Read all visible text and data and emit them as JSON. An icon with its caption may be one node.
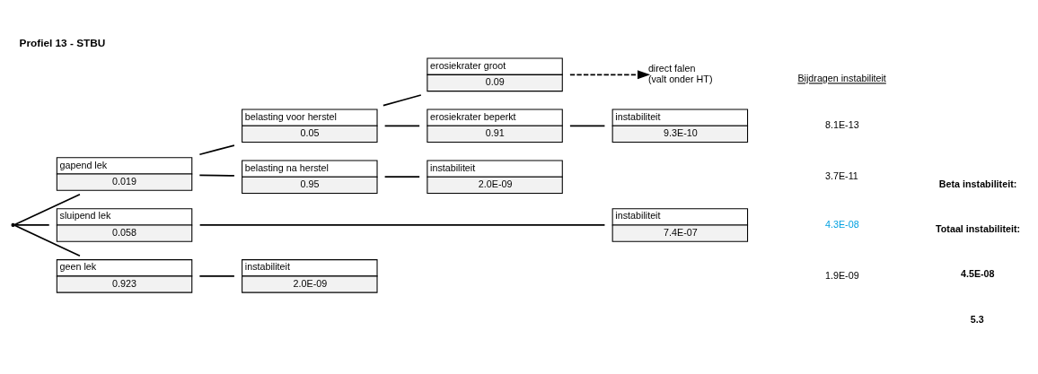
{
  "diagram": {
    "title": "Profiel 13 - STBU",
    "nodes": [
      {
        "text": [],
        "shape": "point"
      },
      {
        "text": [
          "gapend lek",
          "0.019"
        ]
      },
      {
        "text": [
          "sluipend lek",
          "0.058"
        ]
      },
      {
        "text": [
          "geen lek",
          "0.923"
        ]
      },
      {
        "text": [
          "belasting voor herstel",
          "0.05"
        ]
      },
      {
        "text": [
          "belasting na herstel",
          "0.95"
        ]
      },
      {
        "text": [
          "instabiliteit",
          "7.4E-07"
        ]
      },
      {
        "text": [
          "instabiliteit",
          "2.0E-09"
        ]
      },
      {
        "text": [
          "erosiekrater groot",
          "0.09"
        ]
      },
      {
        "text": [
          "erosiekrater beperkt",
          "0.91"
        ]
      },
      {
        "text": [
          "instabiliteit",
          "2.0E-09"
        ]
      },
      {
        "text": [
          "direct falen",
          "(valt onder HT)"
        ]
      },
      {
        "text": [
          "instabiliteit",
          "9.3E-10"
        ]
      }
    ],
    "edges": [
      {
        "from": 0,
        "to": 1,
        "arrow": "none"
      },
      {
        "from": 0,
        "to": 2,
        "arrow": "none"
      },
      {
        "from": 0,
        "to": 3,
        "arrow": "none"
      },
      {
        "from": 1,
        "to": 4,
        "arrow": "none"
      },
      {
        "from": 1,
        "to": 5,
        "arrow": "none"
      },
      {
        "from": 2,
        "to": 6,
        "arrow": "none"
      },
      {
        "from": 3,
        "to": 7,
        "arrow": "none"
      },
      {
        "from": 4,
        "to": 8,
        "arrow": "none"
      },
      {
        "from": 4,
        "to": 9,
        "arrow": "none"
      },
      {
        "from": 5,
        "to": 10,
        "arrow": "none"
      },
      {
        "from": 8,
        "to": 11,
        "arrow": "to",
        "style": "dashed"
      },
      {
        "from": 9,
        "to": 12,
        "arrow": "none"
      }
    ],
    "labels": [
      "Bijdragen instabiliteit",
      "8.1E-13",
      "3.7E-11",
      "4.3E-08",
      "1.9E-09",
      "Totaal instabiliteit:",
      "4.5E-08",
      "Beta instabiliteit:",
      "5.3"
    ]
  }
}
